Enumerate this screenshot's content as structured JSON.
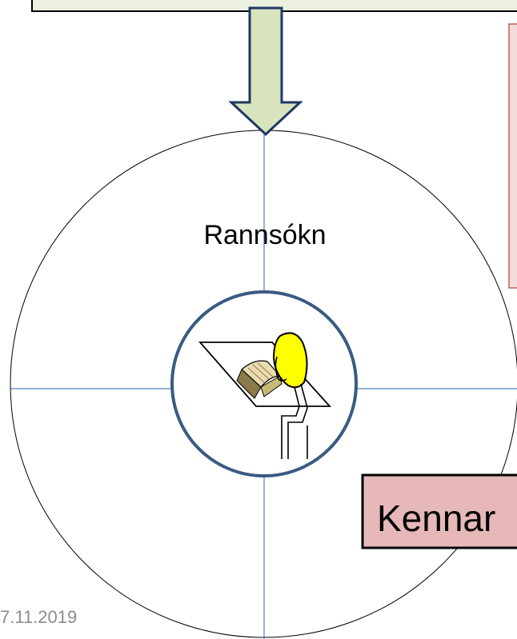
{
  "diagram": {
    "quadrant_top_label": "Rannsókn",
    "bottom_right_box_label": "Kennar",
    "footer_date": "7.11.2019"
  },
  "colors": {
    "top_box_fill": "#ebf1de",
    "arrow_fill": "#d7e4bd",
    "arrow_stroke": "#1f3864",
    "axis_line": "#4f81bd",
    "inner_circle_stroke": "#3a5a84",
    "pink_box_fill": "#f2dcdb",
    "kennar_box_fill": "#e6b9b8",
    "figure_head": "#ffff00"
  },
  "icons": {
    "center_illustration": "person-reading-book-icon"
  }
}
